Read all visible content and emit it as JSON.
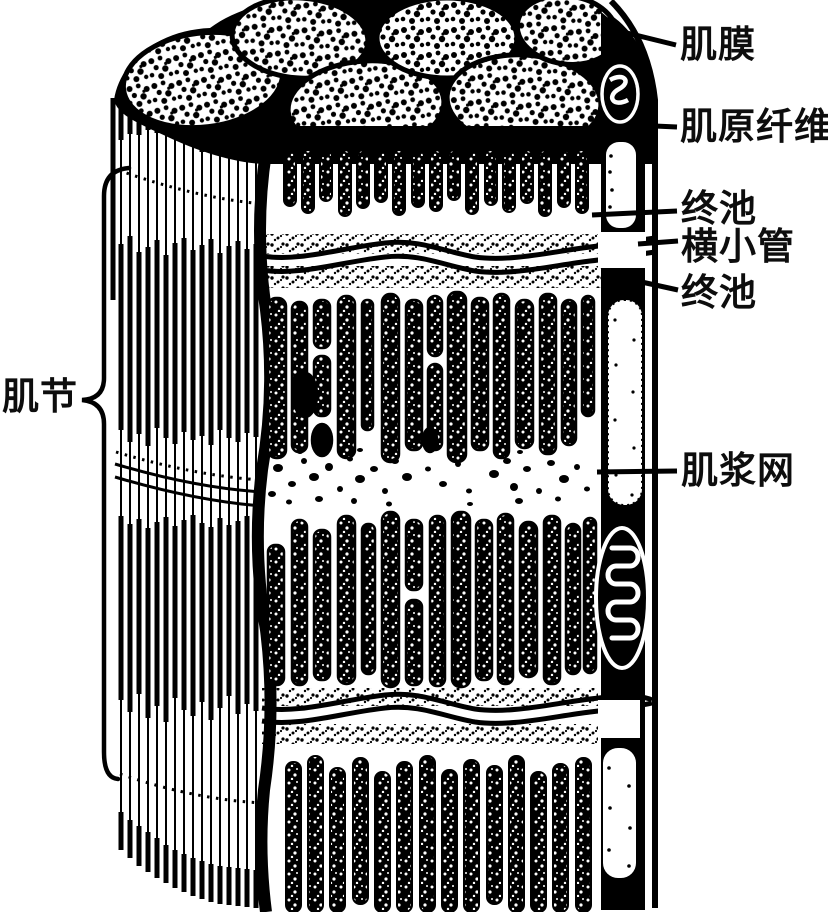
{
  "figure": {
    "type": "anatomical-line-diagram",
    "subject": "skeletal muscle fiber ultrastructure (sarcoplasmic reticulum and myofibrils)",
    "palette": {
      "ink": "#000000",
      "paper": "#ffffff",
      "label_text": "#0d0d0d"
    },
    "labels": {
      "sarcolemma": {
        "text": "肌膜"
      },
      "myofibril": {
        "text": "肌原纤维"
      },
      "terminal_cisterna_top": {
        "text": "终池"
      },
      "transverse_tubule": {
        "text": "横小管"
      },
      "terminal_cisterna_low": {
        "text": "终池"
      },
      "sarcoplasmic_reticulum": {
        "text": "肌浆网"
      },
      "sarcomere": {
        "text": "肌节"
      }
    }
  }
}
